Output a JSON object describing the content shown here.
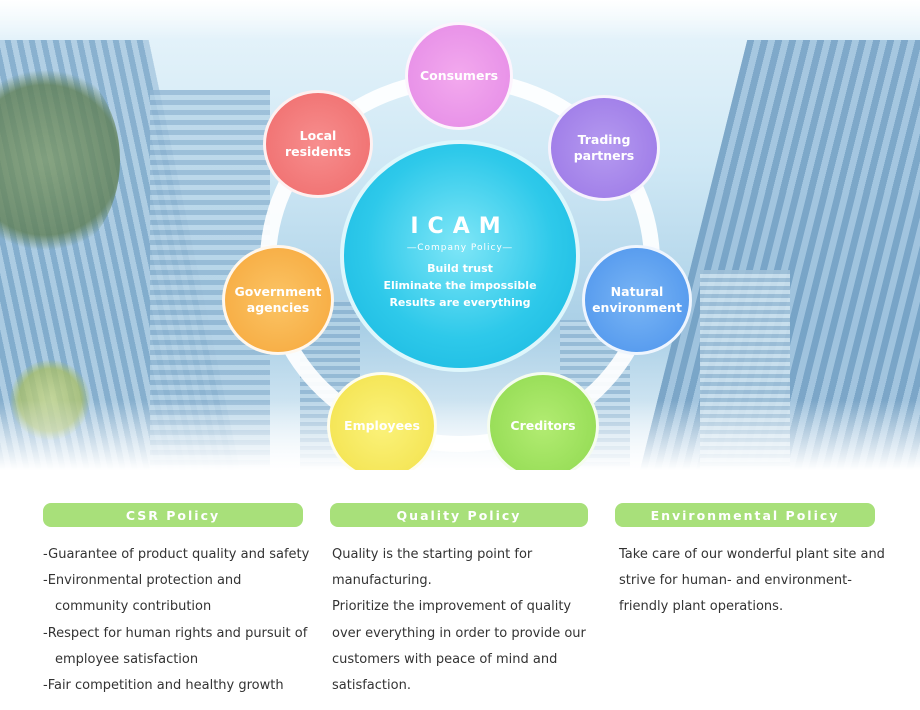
{
  "diagram": {
    "center": {
      "title": "ICAM",
      "subtitle": "―Company Policy―",
      "lines": [
        "Build trust",
        "Eliminate the impossible",
        "Results are everything"
      ]
    },
    "stakeholders": {
      "consumers": "Consumers",
      "trading": [
        "Trading",
        "partners"
      ],
      "natural": [
        "Natural",
        "environment"
      ],
      "creditors": "Creditors",
      "employees": "Employees",
      "government": [
        "Government",
        "agencies"
      ],
      "local": [
        "Local",
        "residents"
      ]
    }
  },
  "policies": {
    "csr": {
      "title": "CSR Policy",
      "items": [
        "-Guarantee of product quality and safety",
        "-Environmental protection and community  contribution",
        "-Respect for human rights and pursuit of employee satisfaction",
        "-Fair competition and healthy growth"
      ]
    },
    "quality": {
      "title": "Quality Policy",
      "paragraphs": [
        "Quality is the starting point for manufacturing.",
        "Prioritize the improvement of quality over everything in order to provide our customers with peace of mind and satisfaction."
      ]
    },
    "environmental": {
      "title": "Environmental Policy",
      "paragraphs": [
        "Take care of our wonderful plant site and strive for human- and environment-friendly plant operations."
      ]
    }
  },
  "colors": {
    "consumers": "#e48ae6",
    "trading": "#9a76e6",
    "natural": "#4c93ec",
    "creditors": "#8fd94f",
    "employees": "#f2e14a",
    "government": "#f6a73b",
    "local": "#ef6b6b",
    "center": "#2ec9ea",
    "pill": "#a8e07a"
  }
}
